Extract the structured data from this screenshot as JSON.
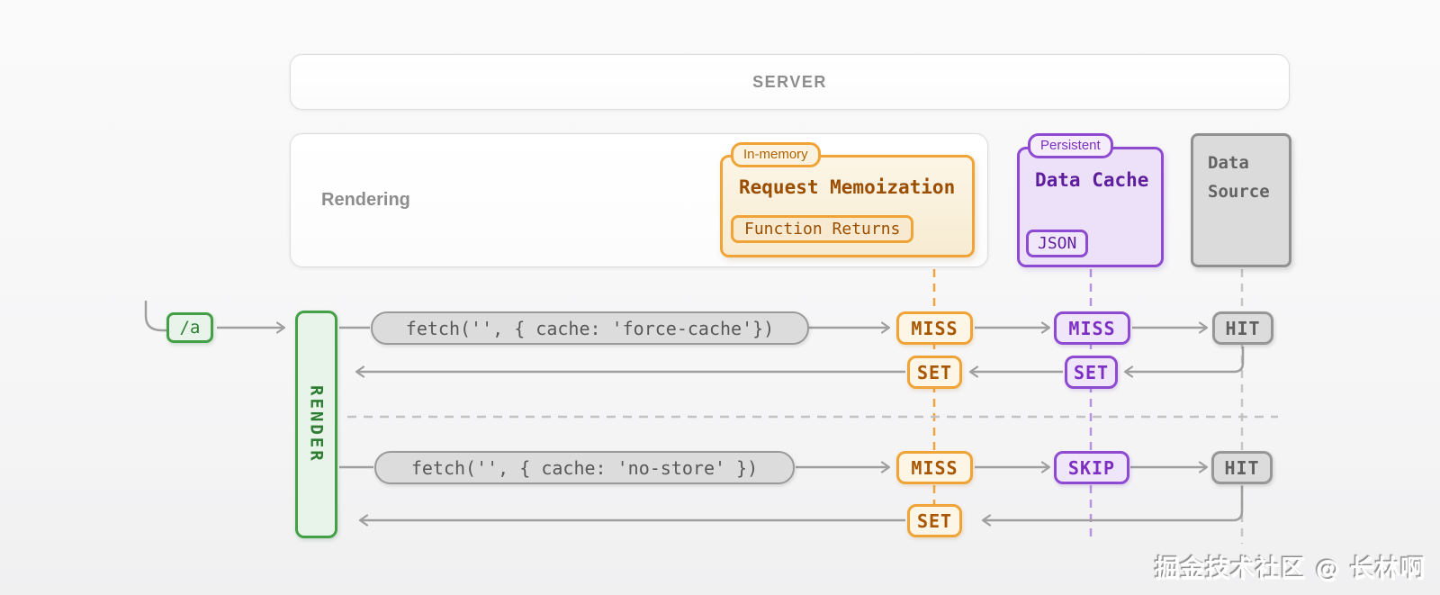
{
  "server": {
    "label": "SERVER"
  },
  "rendering": {
    "label": "Rendering"
  },
  "request_memoization": {
    "tag": "In-memory",
    "title": "Request Memoization",
    "inner_badge": "Function Returns"
  },
  "data_cache": {
    "tag": "Persistent",
    "title": "Data Cache",
    "inner_badge": "JSON"
  },
  "data_source": {
    "title": "Data Source"
  },
  "route_badge": {
    "label": "/a"
  },
  "render_bar": {
    "label": "RENDER"
  },
  "flows": {
    "force_cache": {
      "fetch_call": "fetch('', { cache: 'force-cache'})",
      "memoization_result": "MISS",
      "data_cache_result": "MISS",
      "data_source_result": "HIT",
      "memoization_set": "SET",
      "data_cache_set": "SET"
    },
    "no_store": {
      "fetch_call": "fetch('', { cache: 'no-store' })",
      "memoization_result": "MISS",
      "data_cache_result": "SKIP",
      "data_source_result": "HIT",
      "memoization_set": "SET"
    }
  },
  "watermark": "掘金技术社区 @ 长林啊",
  "colors": {
    "orange_accent": "#f0a437",
    "orange_text": "#9c4e00",
    "purple_accent": "#8e4ad0",
    "purple_text": "#5e1e9e",
    "green_accent": "#43a047",
    "green_text": "#2f7d33",
    "gray_line": "#9f9f9f",
    "panel_border": "#dcdcdd",
    "muted_text": "#8d8d8d"
  }
}
